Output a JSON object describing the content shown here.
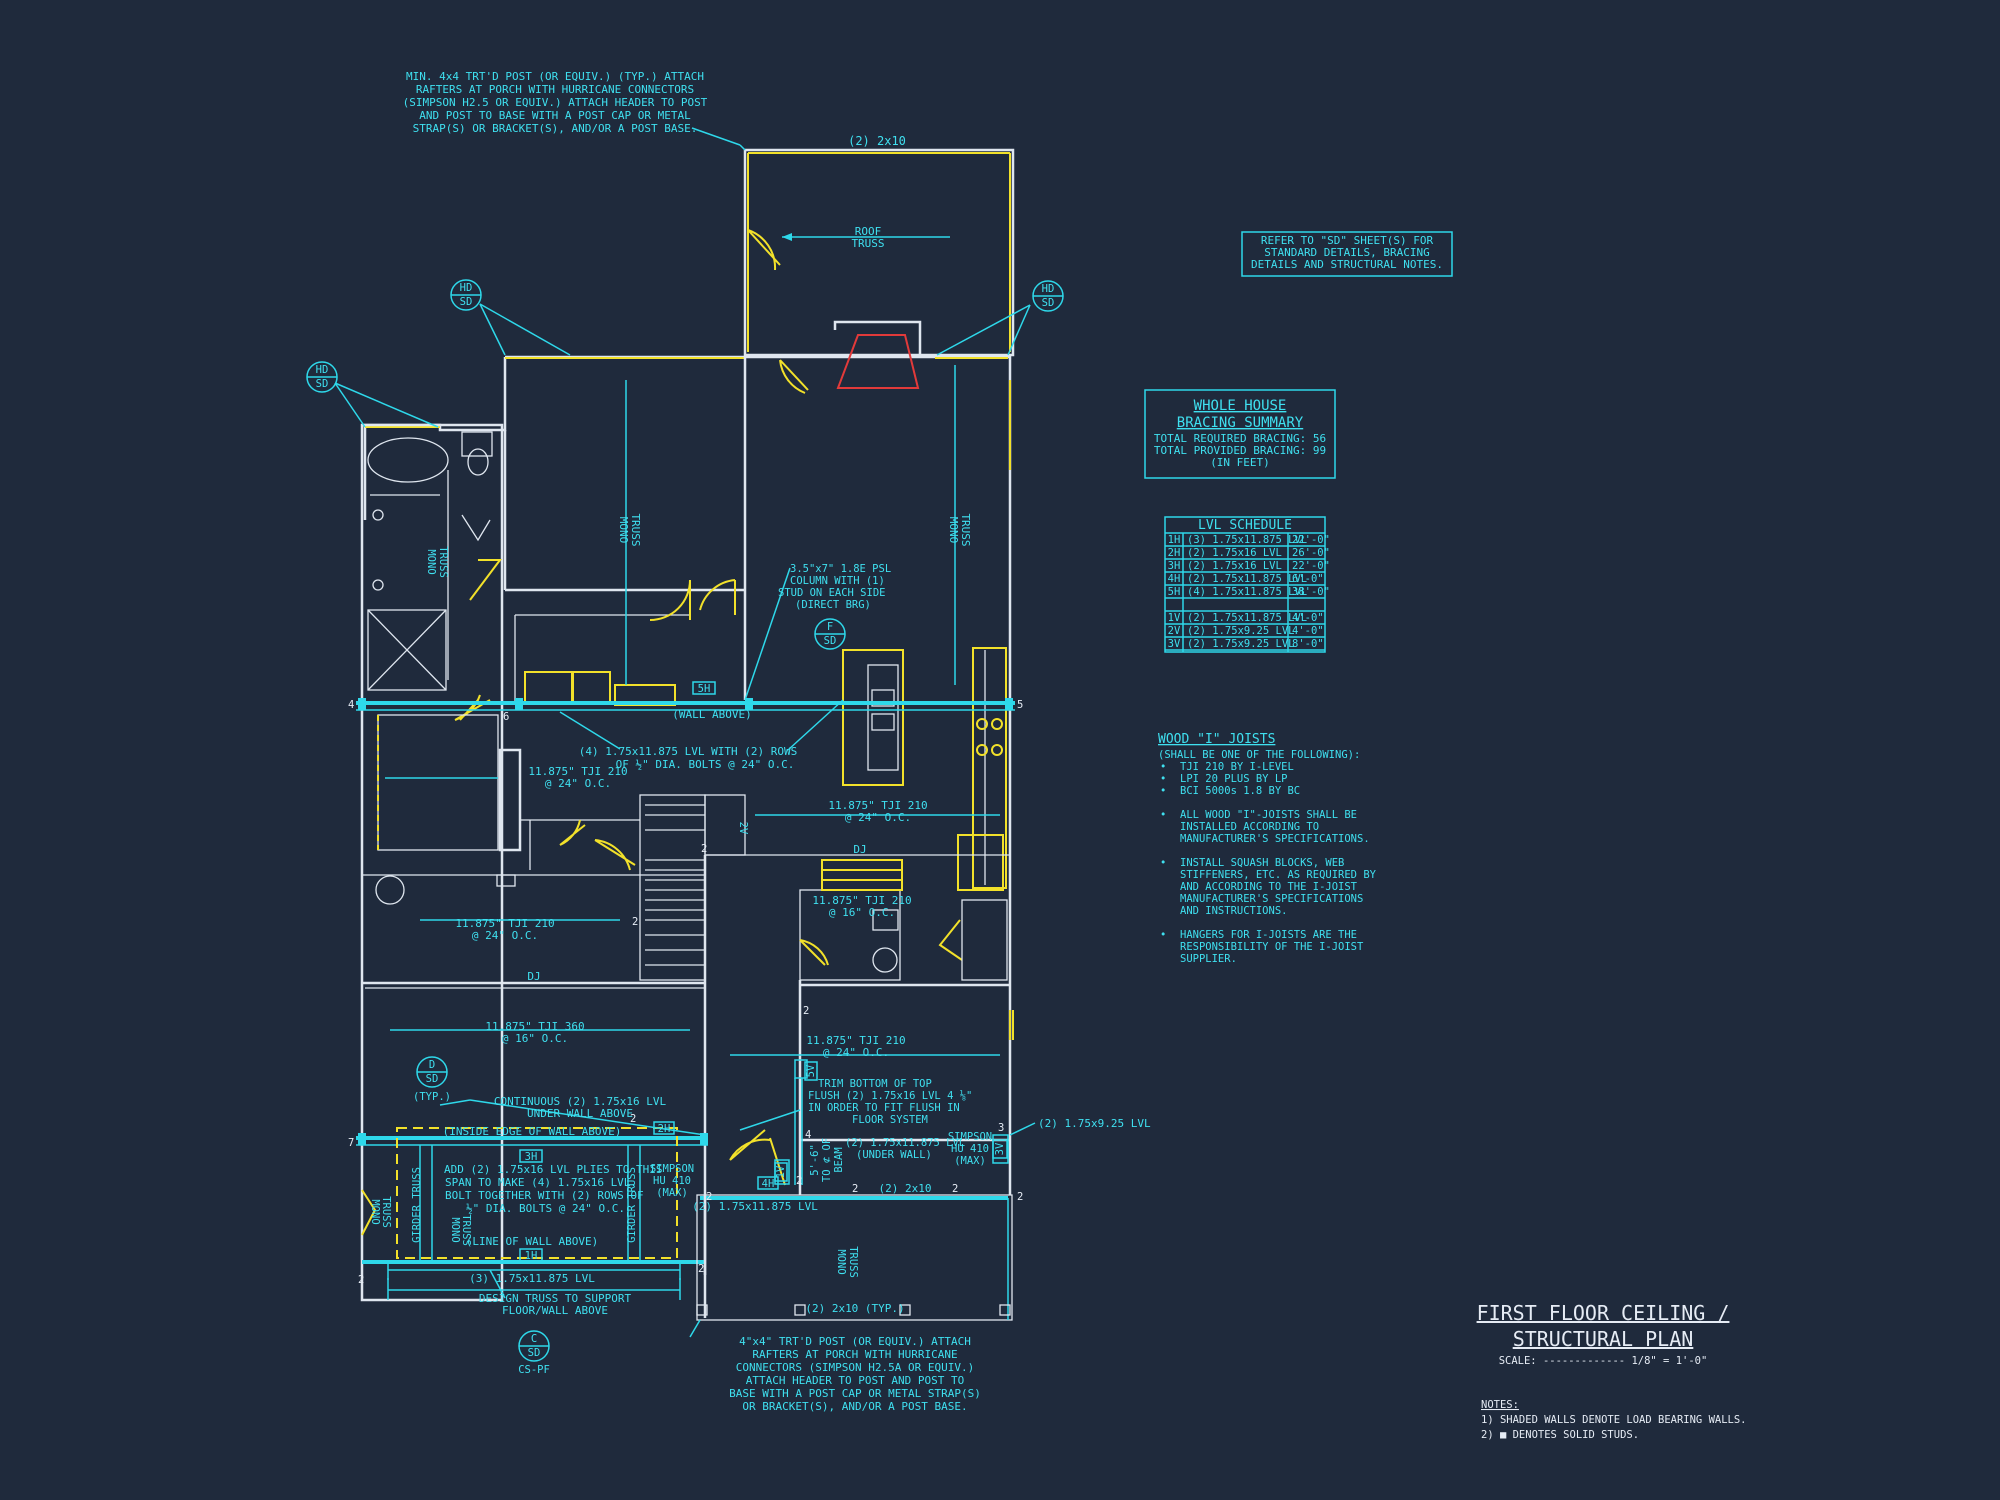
{
  "notes": {
    "porch_post_top": [
      "MIN. 4x4 TRT'D POST (OR EQUIV.) (TYP.) ATTACH",
      "RAFTERS AT PORCH WITH HURRICANE CONNECTORS",
      "(SIMPSON H2.5 OR EQUIV.) ATTACH HEADER TO POST",
      "AND POST TO BASE WITH A POST CAP OR METAL",
      "STRAP(S) OR BRACKET(S), AND/OR A POST BASE."
    ],
    "porch_post_bottom": [
      "4\"x4\" TRT'D POST (OR EQUIV.) ATTACH",
      "RAFTERS AT PORCH WITH HURRICANE",
      "CONNECTORS (SIMPSON H2.5A OR EQUIV.)",
      "ATTACH HEADER TO POST AND POST TO",
      "BASE WITH A POST CAP OR METAL STRAP(S)",
      "OR BRACKET(S), AND/OR A POST BASE."
    ],
    "refer_sd": [
      "REFER TO \"SD\" SHEET(S) FOR",
      "STANDARD DETAILS, BRACING",
      "DETAILS AND STRUCTURAL NOTES."
    ],
    "psl_column": [
      "3.5\"x7\" 1.8E PSL",
      "COLUMN WITH (1)",
      "STUD ON EACH SIDE",
      "(DIRECT BRG)"
    ],
    "lvl_bolts": [
      "(4) 1.75x11.875 LVL WITH (2) ROWS",
      "OF ½\" DIA. BOLTS @ 24\" O.C."
    ],
    "continuous_lvl": [
      "CONTINUOUS (2) 1.75x16 LVL",
      "UNDER WALL ABOVE"
    ],
    "trim_bottom": [
      "TRIM BOTTOM OF TOP",
      "FLUSH (2) 1.75x16 LVL 4 ⅛\"",
      "IN ORDER TO FIT FLUSH IN",
      "FLOOR SYSTEM"
    ],
    "add_plies": [
      "ADD (2) 1.75x16 LVL PLIES TO THIS",
      "SPAN TO MAKE (4) 1.75x16 LVL.",
      "BOLT TOGETHER WITH (2) ROWS OF",
      "½\" DIA. BOLTS @ 24\" O.C."
    ],
    "design_truss": [
      "DESIGN TRUSS TO SUPPORT",
      "FLOOR/WALL ABOVE"
    ],
    "under_wall": [
      "(2) 1.75x11.875 LVL",
      "(UNDER WALL)"
    ],
    "simpson_right": [
      "SIMPSON",
      "HU 410",
      "(MAX)"
    ],
    "simpson_left": [
      "SIMPSON",
      "HU 410",
      "(MAX)"
    ]
  },
  "labels": {
    "header_2x10_top": "(2) 2x10",
    "roof_truss": [
      "ROOF",
      "TRUSS"
    ],
    "mono_truss": [
      "MONO",
      "TRUSS"
    ],
    "wall_above": "(WALL ABOVE)",
    "tji_1": [
      "11.875\" TJI 210",
      "@ 24\" O.C."
    ],
    "tji_2": [
      "11.875\" TJI 210",
      "@ 24\" O.C."
    ],
    "tji_3": [
      "11.875\" TJI 210",
      "@ 24\" O.C."
    ],
    "tji_4": [
      "11.875\" TJI 210",
      "@ 16\" O.C."
    ],
    "tji_5": [
      "11.875\" TJI 360",
      "@ 16\" O.C."
    ],
    "tji_6": [
      "11.875\" TJI 210",
      "@ 24\" O.C."
    ],
    "dj": "DJ",
    "inside_edge": "(INSIDE EDGE OF WALL ABOVE)",
    "line_of_wall": "(LINE OF WALL ABOVE)",
    "lvl_3": "(3) 1.75x11.875 LVL",
    "lvl_2_below": "(2) 1.75x11.875 LVL",
    "lvl_right": "(2) 1.75x9.25 LVL",
    "header_2x10_mid": "(2) 2x10",
    "header_2x10_typ": "(2) 2x10 (TYP.)",
    "girder_truss": "GIRDER TRUSS",
    "to_beam": [
      "5'-6\"",
      "TO ⊄ OF",
      "BEAM"
    ],
    "typ": "(TYP.)",
    "cs_pf": "CS-PF"
  },
  "callouts": [
    {
      "top": "HD",
      "bottom": "SD"
    },
    {
      "top": "HD",
      "bottom": "SD"
    },
    {
      "top": "HD",
      "bottom": "SD"
    },
    {
      "top": "F",
      "bottom": "SD"
    },
    {
      "top": "D",
      "bottom": "SD"
    },
    {
      "top": "C",
      "bottom": "SD"
    }
  ],
  "tags": [
    "5H",
    "3H",
    "2H",
    "1H",
    "4H",
    "5V",
    "3V",
    "2V",
    "1V",
    "4",
    "5",
    "7",
    "3",
    "2",
    "6"
  ],
  "bracing_summary": {
    "title": [
      "WHOLE HOUSE",
      "BRACING SUMMARY"
    ],
    "required": "TOTAL REQUIRED BRACING: 56",
    "provided": "TOTAL PROVIDED BRACING: 99",
    "unit": "(IN FEET)"
  },
  "lvl_schedule": {
    "title": "LVL SCHEDULE",
    "rows": [
      [
        "1H",
        "(3) 1.75x11.875 LVL",
        "22'-0\""
      ],
      [
        "2H",
        "(2) 1.75x16 LVL",
        "26'-0\""
      ],
      [
        "3H",
        "(2) 1.75x16 LVL",
        "22'-0\""
      ],
      [
        "4H",
        "(2) 1.75x11.875 LVL",
        "6'-0\""
      ],
      [
        "5H",
        "(4) 1.75x11.875 LVL",
        "38'-0\""
      ],
      [
        "",
        "",
        ""
      ],
      [
        "1V",
        "(2) 1.75x11.875 LVL",
        "4'-0\""
      ],
      [
        "2V",
        "(2) 1.75x9.25 LVL",
        "4'-0\""
      ],
      [
        "3V",
        "(2) 1.75x9.25 LVL",
        "8'-0\""
      ]
    ]
  },
  "wood_joists": {
    "title": "WOOD \"I\" JOISTS",
    "subtitle": "(SHALL BE ONE OF THE FOLLOWING):",
    "options": [
      "TJI 210 BY I-LEVEL",
      "LPI 20 PLUS BY LP",
      "BCI 5000s 1.8 BY BC"
    ],
    "notes": [
      [
        "ALL WOOD \"I\"-JOISTS SHALL BE",
        "INSTALLED ACCORDING TO",
        "MANUFACTURER'S SPECIFICATIONS."
      ],
      [
        "INSTALL SQUASH BLOCKS, WEB",
        "STIFFENERS, ETC. AS REQUIRED BY",
        "AND ACCORDING TO THE I-JOIST",
        "MANUFACTURER'S SPECIFICATIONS",
        "AND INSTRUCTIONS."
      ],
      [
        "HANGERS FOR I-JOISTS ARE THE",
        "RESPONSIBILITY OF THE I-JOIST",
        "SUPPLIER."
      ]
    ]
  },
  "title_block": {
    "title": [
      "FIRST FLOOR CEILING /",
      "STRUCTURAL PLAN"
    ],
    "scale": "SCALE: ------------- 1/8\" = 1'-0\"",
    "notes_header": "NOTES:",
    "notes": [
      "1) SHADED WALLS DENOTE LOAD BEARING WALLS.",
      "2) ■ DENOTES SOLID STUDS."
    ]
  },
  "colors": {
    "background": "#1f2a3c",
    "cyan": "#2ed8ea",
    "yellow": "#f2e12a",
    "wall": "#dfe6ef",
    "red": "#e23a3a"
  }
}
